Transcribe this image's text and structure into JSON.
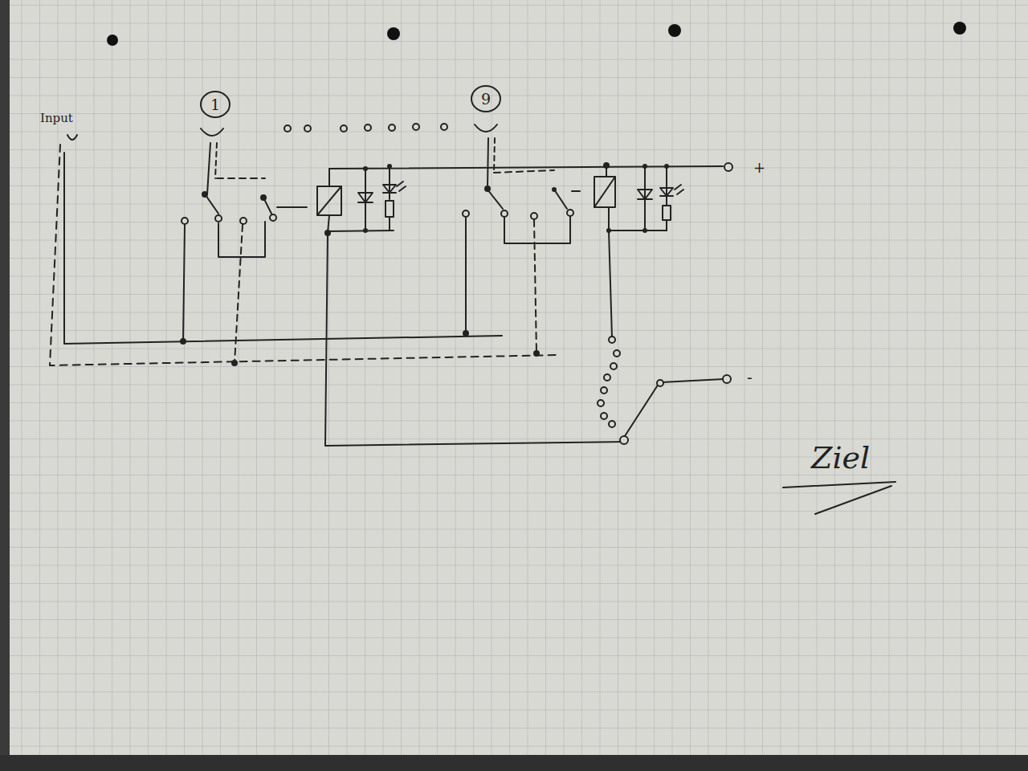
{
  "diagram": {
    "nodes": [
      {
        "text": [
          "1"
        ]
      },
      {
        "text": [
          "9"
        ]
      }
    ],
    "edges": [],
    "labels": [
      "Input",
      "+",
      "-",
      "Ziel"
    ]
  }
}
